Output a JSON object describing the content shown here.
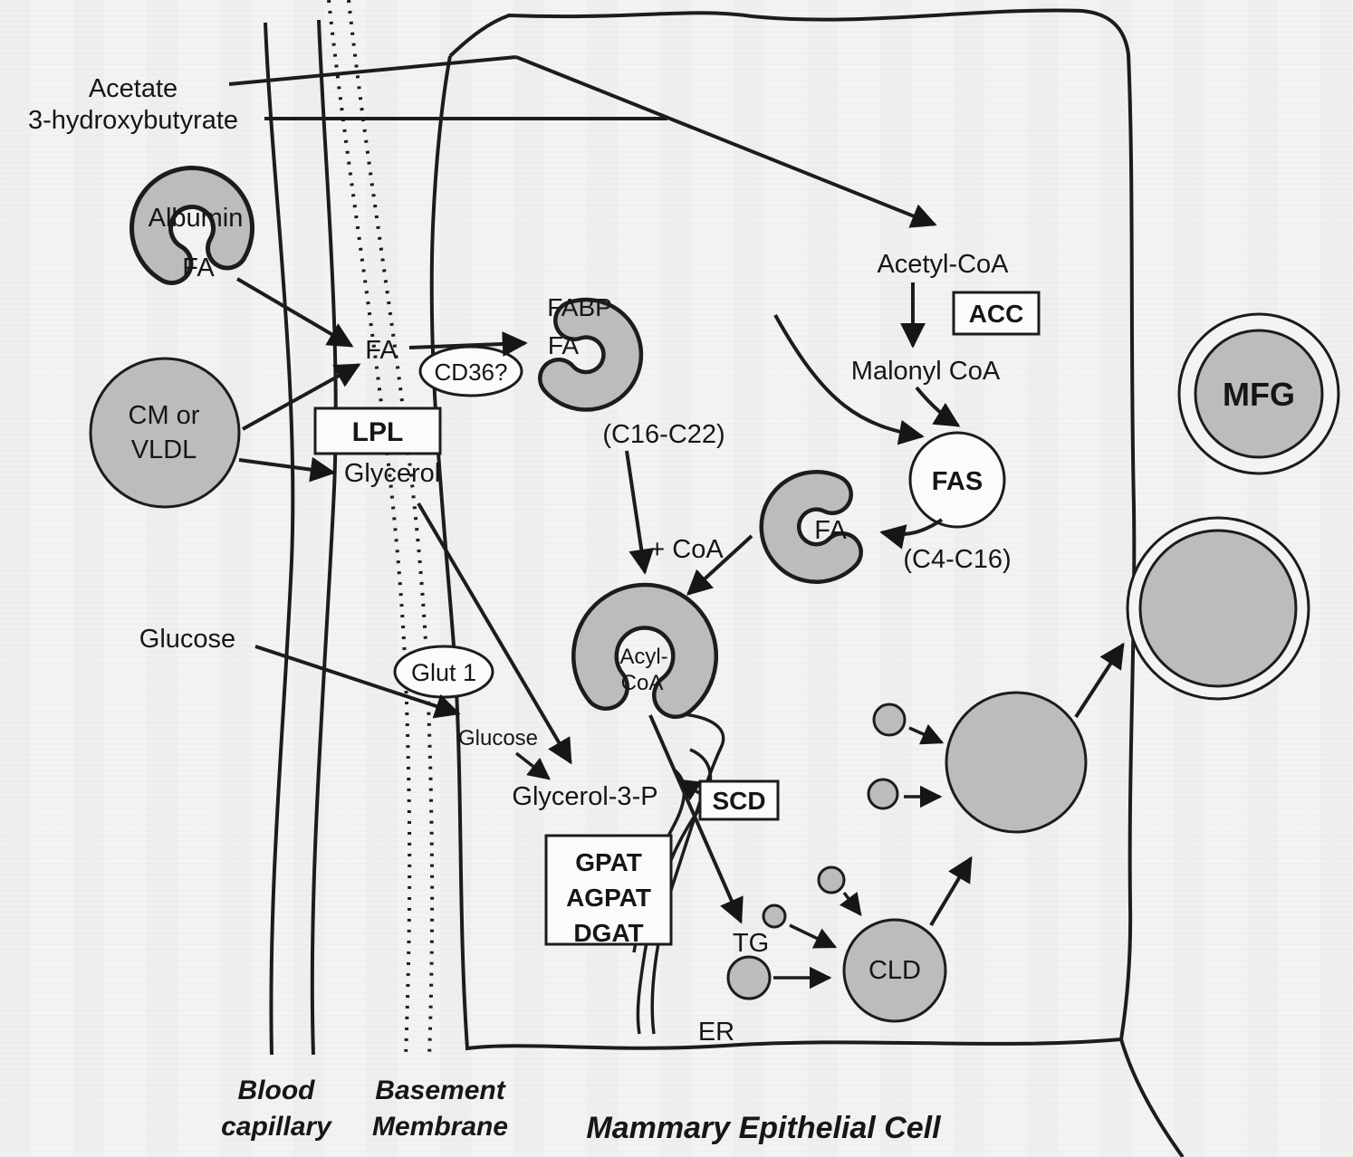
{
  "diagram": {
    "colors": {
      "background": "#f3f3f1",
      "droplet_fill": "#bcbcbc",
      "outline": "#1c1c1c",
      "box_fill": "#fbfbfa"
    },
    "labels": {
      "acetate": "Acetate",
      "hydroxybutyrate": "3-hydroxybutyrate",
      "albumin": "Albumin",
      "fa_albumin": "FA",
      "fa_capillary": "FA",
      "cm_or": "CM or",
      "vldl": "VLDL",
      "lpl": "LPL",
      "glycerol": "Glycerol",
      "cd36": "CD36?",
      "fabp": "FABP",
      "fa_fabp": "FA",
      "c16_c22": "(C16-C22)",
      "plus_coa": "+ CoA",
      "acyl_line1": "Acyl-",
      "acyl_line2": "CoA",
      "acetyl_coa": "Acetyl-CoA",
      "acc": "ACC",
      "malonyl_coa": "Malonyl CoA",
      "fas": "FAS",
      "fa_denovo": "FA",
      "c4_c16": "(C4-C16)",
      "glucose": "Glucose",
      "glut1": "Glut 1",
      "glucose_small": "Glucose",
      "glycerol_3p": "Glycerol-3-P",
      "scd": "SCD",
      "gpat": "GPAT",
      "agpat": "AGPAT",
      "dgat": "DGAT",
      "tg": "TG",
      "er": "ER",
      "cld": "CLD",
      "mfg": "MFG",
      "blood_1": "Blood",
      "blood_2": "capillary",
      "basement_1": "Basement",
      "basement_2": "Membrane",
      "cell_name": "Mammary Epithelial Cell"
    }
  }
}
